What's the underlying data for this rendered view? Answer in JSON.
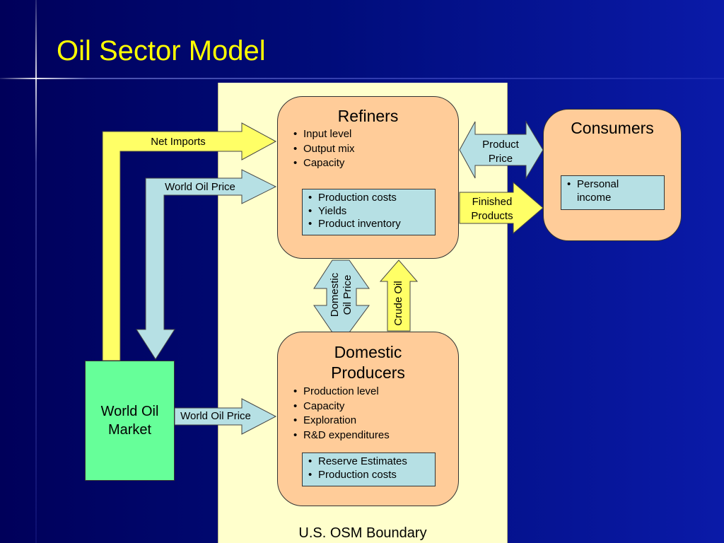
{
  "slide": {
    "title": "Oil Sector Model",
    "boundary_label": "U.S. OSM Boundary"
  },
  "refiners": {
    "title": "Refiners",
    "bullets": [
      "Input level",
      "Output mix",
      "Capacity"
    ],
    "sub_bullets": [
      "Production costs",
      "Yields",
      "Product inventory"
    ]
  },
  "consumers": {
    "title": "Consumers",
    "sub_bullets": [
      "Personal income"
    ]
  },
  "producers": {
    "title_line1": "Domestic",
    "title_line2": "Producers",
    "bullets": [
      "Production level",
      "Capacity",
      "Exploration",
      "R&D expenditures"
    ],
    "sub_bullets": [
      "Reserve Estimates",
      "Production costs"
    ]
  },
  "market": {
    "line1": "World Oil",
    "line2": "Market"
  },
  "arrows": {
    "net_imports": "Net Imports",
    "world_oil_price_top": "World Oil Price",
    "world_oil_price_bottom": "World Oil Price",
    "product_price_line1": "Product",
    "product_price_line2": "Price",
    "finished_products_line1": "Finished",
    "finished_products_line2": "Products",
    "domestic_oil_price_line1": "Domestic",
    "domestic_oil_price_line2": "Oil Price",
    "crude_oil": "Crude Oil"
  },
  "colors": {
    "title": "#ffff00",
    "background": "#000c7a",
    "boundary": "#ffffcc",
    "agent_box": "#ffcc99",
    "detail_box": "#b6e0e4",
    "market_box": "#66ff99",
    "arrow_yellow": "#ffff66",
    "arrow_blue": "#b6e0e4"
  }
}
